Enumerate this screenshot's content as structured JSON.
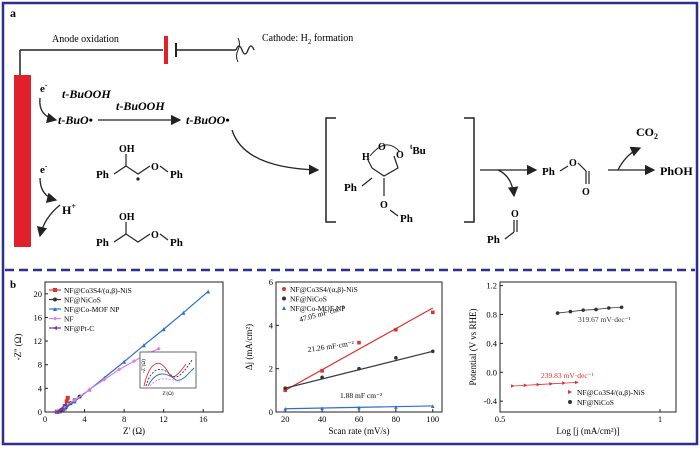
{
  "panel_a": {
    "label": "a",
    "anode_label": "Anode oxidation",
    "cathode_label": "Cathode: H",
    "cathode_sub": "2",
    "cathode_tail": " formation",
    "e1": "e",
    "e1_sup": "-",
    "e2": "e",
    "e2_sup": "-",
    "tbuooh_1": "t-BuOOH",
    "tbuo_radical": "t-BuO•",
    "tbuooh_2": "t-BuOOH",
    "tbuoo_radical": "t-BuOO•",
    "h_plus": "H+",
    "sm_oh_top": "OH",
    "sm_ph_left": "Ph",
    "sm_o": "O",
    "sm_ph_right": "Ph",
    "sub_oh": "OH",
    "sub_ph_left": "Ph",
    "sub_o": "O",
    "sub_ph_right": "Ph",
    "int_h": "H",
    "int_o1": "O",
    "int_o2": "O",
    "int_tbu": "tBu",
    "int_ph": "Ph",
    "int_o3": "O",
    "int_ph2": "Ph",
    "formate_ph": "Ph",
    "formate_o1": "O",
    "formate_o2": "O",
    "co2": "CO2",
    "phoh": "PhOH",
    "benzald_ph": "Ph",
    "benzald_o": "O"
  },
  "panel_b": {
    "label": "b"
  },
  "chart_data": [
    {
      "type": "line",
      "id": "nyquist",
      "xlabel": "Z' (Ω)",
      "ylabel": "-Z'' (Ω)",
      "xlim": [
        0,
        18
      ],
      "ylim": [
        0,
        22
      ],
      "xticks": [
        0,
        4,
        8,
        12,
        16
      ],
      "yticks": [
        0,
        4,
        8,
        12,
        16,
        20
      ],
      "legend": "top-left",
      "series": [
        {
          "name": "NF@Co3S4/(α,β)-NiS",
          "color": "#e03030",
          "marker": "square",
          "x": [
            1.2,
            1.5,
            1.8,
            2.0,
            2.2,
            2.3
          ],
          "y": [
            0.05,
            0.1,
            0.4,
            1.0,
            1.8,
            2.4
          ]
        },
        {
          "name": "NF@NiCoS",
          "color": "#333333",
          "marker": "circle",
          "x": [
            1.2,
            1.6,
            2.1,
            2.6,
            3.0,
            3.5
          ],
          "y": [
            0.05,
            0.3,
            0.8,
            1.5,
            2.0,
            2.6
          ]
        },
        {
          "name": "NF@Co-MOF NP",
          "color": "#2a6fd1",
          "marker": "triangle",
          "x": [
            1.3,
            2.0,
            3.0,
            4.5,
            6.0,
            8.0,
            10.0,
            12.0,
            14.0,
            16.5
          ],
          "y": [
            0.05,
            0.6,
            1.8,
            3.8,
            5.8,
            8.5,
            11.3,
            14.0,
            16.8,
            20.4
          ]
        },
        {
          "name": "NF",
          "color": "#e080e0",
          "marker": "diamond",
          "x": [
            1.2,
            2.0,
            3.0,
            4.5,
            6.0,
            7.5,
            9.0,
            10.5,
            11.5
          ],
          "y": [
            0.1,
            1.0,
            2.0,
            3.8,
            5.5,
            7.2,
            8.6,
            10.0,
            10.7
          ]
        },
        {
          "name": "NF@Pt-C",
          "color": "#7030b0",
          "marker": "triangle-left",
          "x": [
            1.2,
            1.6,
            2.0
          ],
          "y": [
            0.05,
            0.5,
            1.2
          ]
        }
      ],
      "inset": {
        "xlabel": "Z'(Ω)",
        "ylabel": "-Z''(Ω)"
      }
    },
    {
      "type": "scatter",
      "id": "cdl",
      "xlabel": "Scan rate (mV/s)",
      "ylabel": "Δj (mA/cm²)",
      "xlim": [
        15,
        105
      ],
      "ylim": [
        0,
        6
      ],
      "xticks": [
        20,
        40,
        60,
        80,
        100
      ],
      "yticks": [
        0,
        2,
        4,
        6
      ],
      "legend": "top-left",
      "series": [
        {
          "name": "NF@Co3S4/(α,β)-NiS",
          "color": "#e03030",
          "x": [
            20,
            40,
            60,
            80,
            100
          ],
          "y": [
            1.0,
            1.9,
            3.2,
            3.8,
            4.6
          ],
          "fit": [
            [
              20,
              1.0
            ],
            [
              100,
              4.8
            ]
          ],
          "annotation": "47.05 mF·cm⁻²"
        },
        {
          "name": "NF@NiCoS",
          "color": "#333333",
          "x": [
            20,
            40,
            60,
            80,
            100
          ],
          "y": [
            1.1,
            1.6,
            2.0,
            2.5,
            2.8
          ],
          "fit": [
            [
              20,
              1.1
            ],
            [
              100,
              2.8
            ]
          ],
          "annotation": "21.26 mF·cm⁻²"
        },
        {
          "name": "NF@Co-MOF NP",
          "color": "#2a6fd1",
          "x": [
            20,
            40,
            60,
            80,
            100
          ],
          "y": [
            0.15,
            0.17,
            0.2,
            0.23,
            0.27
          ],
          "fit": [
            [
              20,
              0.15
            ],
            [
              100,
              0.28
            ]
          ],
          "annotation": "1.88 mF cm⁻²"
        }
      ]
    },
    {
      "type": "scatter",
      "id": "tafel",
      "xlabel": "Log [j (mA/cm²)]",
      "ylabel": "Potential (V vs RHE)",
      "xlim": [
        0.5,
        1.05
      ],
      "ylim": [
        -0.55,
        1.25
      ],
      "xticks": [
        0.5,
        1.0
      ],
      "yticks": [
        -0.4,
        0.0,
        0.4,
        0.8,
        1.2
      ],
      "legend": "bottom-right",
      "series": [
        {
          "name": "NF@Co3S4/(α,β)-NiS",
          "color": "#e03030",
          "marker": "triangle-right",
          "x": [
            0.54,
            0.58,
            0.62,
            0.66,
            0.7,
            0.74
          ],
          "y": [
            -0.19,
            -0.18,
            -0.17,
            -0.16,
            -0.15,
            -0.14
          ],
          "annotation": "239.83 mV·dec⁻¹"
        },
        {
          "name": "NF@NiCoS",
          "color": "#333333",
          "marker": "circle",
          "x": [
            0.68,
            0.72,
            0.76,
            0.8,
            0.84,
            0.88
          ],
          "y": [
            0.82,
            0.84,
            0.86,
            0.87,
            0.89,
            0.9
          ],
          "annotation": "319.67 mV·dec⁻¹"
        }
      ]
    }
  ]
}
